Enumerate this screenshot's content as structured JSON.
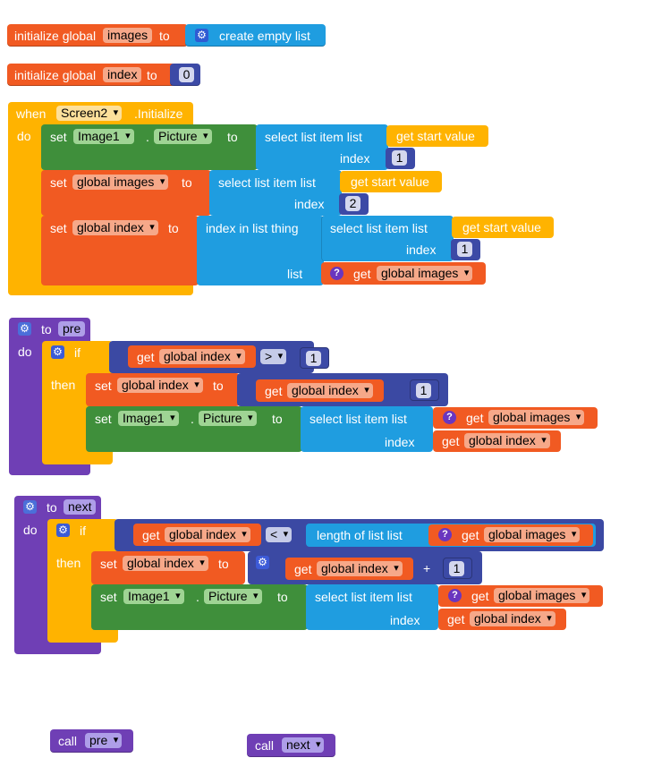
{
  "colors": {
    "variable": "#f15a22",
    "list": "#1f9de0",
    "event": "#ffb300",
    "component": "#3f8f3b",
    "procedure": "#6f3fb5",
    "math": "#3c4aa6"
  },
  "globals": [
    {
      "prefix": "initialize global",
      "name": "images",
      "to": "to",
      "value": "create empty list"
    },
    {
      "prefix": "initialize global",
      "name": "index",
      "to": "to",
      "value": "0"
    }
  ],
  "event": {
    "when": "when",
    "component": "Screen2",
    "dot_event": ".Initialize",
    "do": "do",
    "stmt1": {
      "set": "set",
      "component": "Image1",
      "property": "Picture",
      "to": "to",
      "select": "select list item  list",
      "get_start": "get start value",
      "index": "index",
      "index_val": "1"
    },
    "stmt2": {
      "set": "set",
      "var": "global images",
      "to": "to",
      "select": "select list item  list",
      "get_start": "get start value",
      "index": "index",
      "index_val": "2"
    },
    "stmt3": {
      "set": "set",
      "var": "global index",
      "to": "to",
      "index_in_list": "index in list  thing",
      "select": "select list item  list",
      "get_start": "get start value",
      "index": "index",
      "index_val": "1",
      "list": "list",
      "get": "get",
      "list_var": "global images"
    }
  },
  "proc_pre": {
    "to": "to",
    "name": "pre",
    "do": "do",
    "if": "if",
    "then": "then",
    "cond_get": "get",
    "cond_var": "global index",
    "op": ">",
    "cond_num": "1",
    "set1": "set",
    "set1_var": "global index",
    "set1_to": "to",
    "minus_get": "get",
    "minus_var": "global index",
    "minus_op": "-",
    "minus_num": "1",
    "set2": "set",
    "set2_component": "Image1",
    "set2_property": "Picture",
    "set2_to": "to",
    "select": "select list item  list",
    "get1": "get",
    "list_var": "global images",
    "index": "index",
    "get2": "get",
    "index_var": "global index"
  },
  "proc_next": {
    "to": "to",
    "name": "next",
    "do": "do",
    "if": "if",
    "then": "then",
    "cond_get": "get",
    "cond_var": "global index",
    "op": "<",
    "length": "length of list  list",
    "len_get": "get",
    "len_var": "global images",
    "set1": "set",
    "set1_var": "global index",
    "set1_to": "to",
    "plus_get": "get",
    "plus_var": "global index",
    "plus_op": "+",
    "plus_num": "1",
    "set2": "set",
    "set2_component": "Image1",
    "set2_property": "Picture",
    "set2_to": "to",
    "select": "select list item  list",
    "get1": "get",
    "list_var": "global images",
    "index": "index",
    "get2": "get",
    "index_var": "global index"
  },
  "calls": [
    {
      "call": "call",
      "name": "pre"
    },
    {
      "call": "call",
      "name": "next"
    }
  ],
  "icons": {
    "gear": "gear-icon",
    "question": "question-icon",
    "dropdown": "dropdown-arrow-icon"
  }
}
